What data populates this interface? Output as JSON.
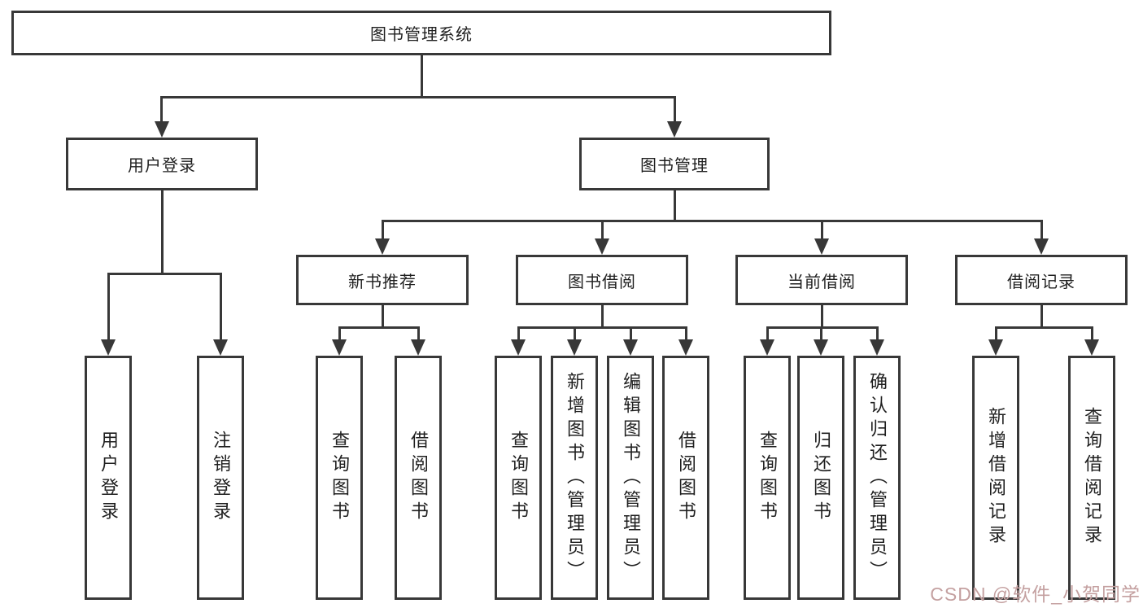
{
  "diagram": {
    "root": "图书管理系统",
    "children": [
      {
        "label": "用户登录",
        "children": [
          {
            "label": "用户登录"
          },
          {
            "label": "注销登录"
          }
        ]
      },
      {
        "label": "图书管理",
        "children": [
          {
            "label": "新书推荐",
            "children": [
              {
                "label": "查询图书"
              },
              {
                "label": "借阅图书"
              }
            ]
          },
          {
            "label": "图书借阅",
            "children": [
              {
                "label": "查询图书"
              },
              {
                "label": "新增图书（管理员）"
              },
              {
                "label": "编辑图书（管理员）"
              },
              {
                "label": "借阅图书"
              }
            ]
          },
          {
            "label": "当前借阅",
            "children": [
              {
                "label": "查询图书"
              },
              {
                "label": "归还图书"
              },
              {
                "label": "确认归还（管理员）"
              }
            ]
          },
          {
            "label": "借阅记录",
            "children": [
              {
                "label": "新增借阅记录"
              },
              {
                "label": "查询借阅记录"
              }
            ]
          }
        ]
      }
    ]
  },
  "watermark": {
    "text": "CSDN @软件_小贺同学"
  },
  "colors": {
    "line": "#383838",
    "text": "#1f1f1f",
    "watermark": "#c4a0a0",
    "background": "#ffffff"
  }
}
